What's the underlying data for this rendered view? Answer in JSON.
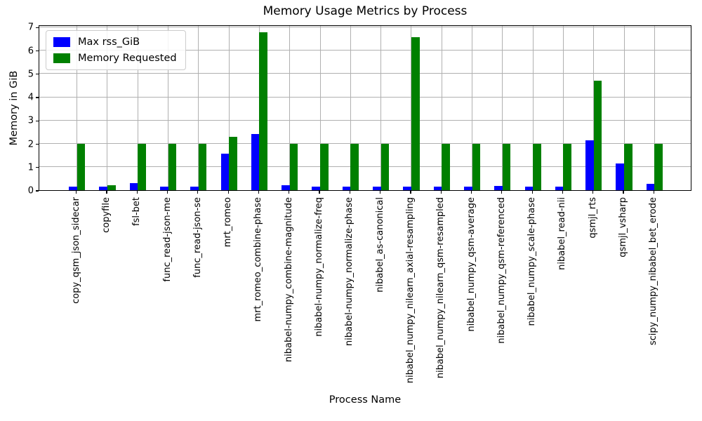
{
  "figure": {
    "title": "Memory Usage Metrics by Process",
    "xlabel": "Process Name",
    "ylabel": "Memory in GiB"
  },
  "legend": {
    "items": [
      {
        "label": "Max rss_GiB",
        "color": "#0000ff"
      },
      {
        "label": "Memory Requested",
        "color": "#008000"
      }
    ]
  },
  "colors": {
    "max_rss": "#0000ff",
    "memory_requested": "#008000",
    "grid": "#b0b0b0",
    "axis": "#000000",
    "background": "#ffffff"
  },
  "chart_data": {
    "type": "bar",
    "title": "Memory Usage Metrics by Process",
    "xlabel": "Process Name",
    "ylabel": "Memory in GiB",
    "ylim": [
      0,
      7.1
    ],
    "yticks": [
      0,
      1,
      2,
      3,
      4,
      5,
      6,
      7
    ],
    "grid": true,
    "legend_position": "upper left",
    "categories": [
      "copy_qsm_json_sidecar",
      "copyfile",
      "fsl-bet",
      "func_read-json-me",
      "func_read-json-se",
      "mrt_romeo",
      "mrt_romeo_combine-phase",
      "nibabel-numpy_combine-magnitude",
      "nibabel-numpy_normalize-freq",
      "nibabel-numpy_normalize-phase",
      "nibabel_as-canonical",
      "nibabel_numpy_nilearn_axial-resampling",
      "nibabel_numpy_nilearn_qsm-resampled",
      "nibabel_numpy_qsm-average",
      "nibabel_numpy_qsm-referenced",
      "nibabel_numpy_scale-phase",
      "nibabel_read-nii",
      "qsmjl_rts",
      "qsmjl_vsharp",
      "scipy_numpy_nibabel_bet_erode"
    ],
    "series": [
      {
        "name": "Max rss_GiB",
        "color": "#0000ff",
        "values": [
          0.15,
          0.15,
          0.3,
          0.15,
          0.15,
          1.55,
          2.4,
          0.2,
          0.14,
          0.14,
          0.14,
          0.14,
          0.14,
          0.14,
          0.18,
          0.14,
          0.14,
          2.14,
          1.13,
          0.27
        ]
      },
      {
        "name": "Memory Requested",
        "color": "#008000",
        "values": [
          2.0,
          0.22,
          2.0,
          2.0,
          2.0,
          2.28,
          6.76,
          2.0,
          2.0,
          2.0,
          2.0,
          6.55,
          2.0,
          2.0,
          2.0,
          2.0,
          2.0,
          4.7,
          2.0,
          2.0
        ]
      }
    ]
  }
}
